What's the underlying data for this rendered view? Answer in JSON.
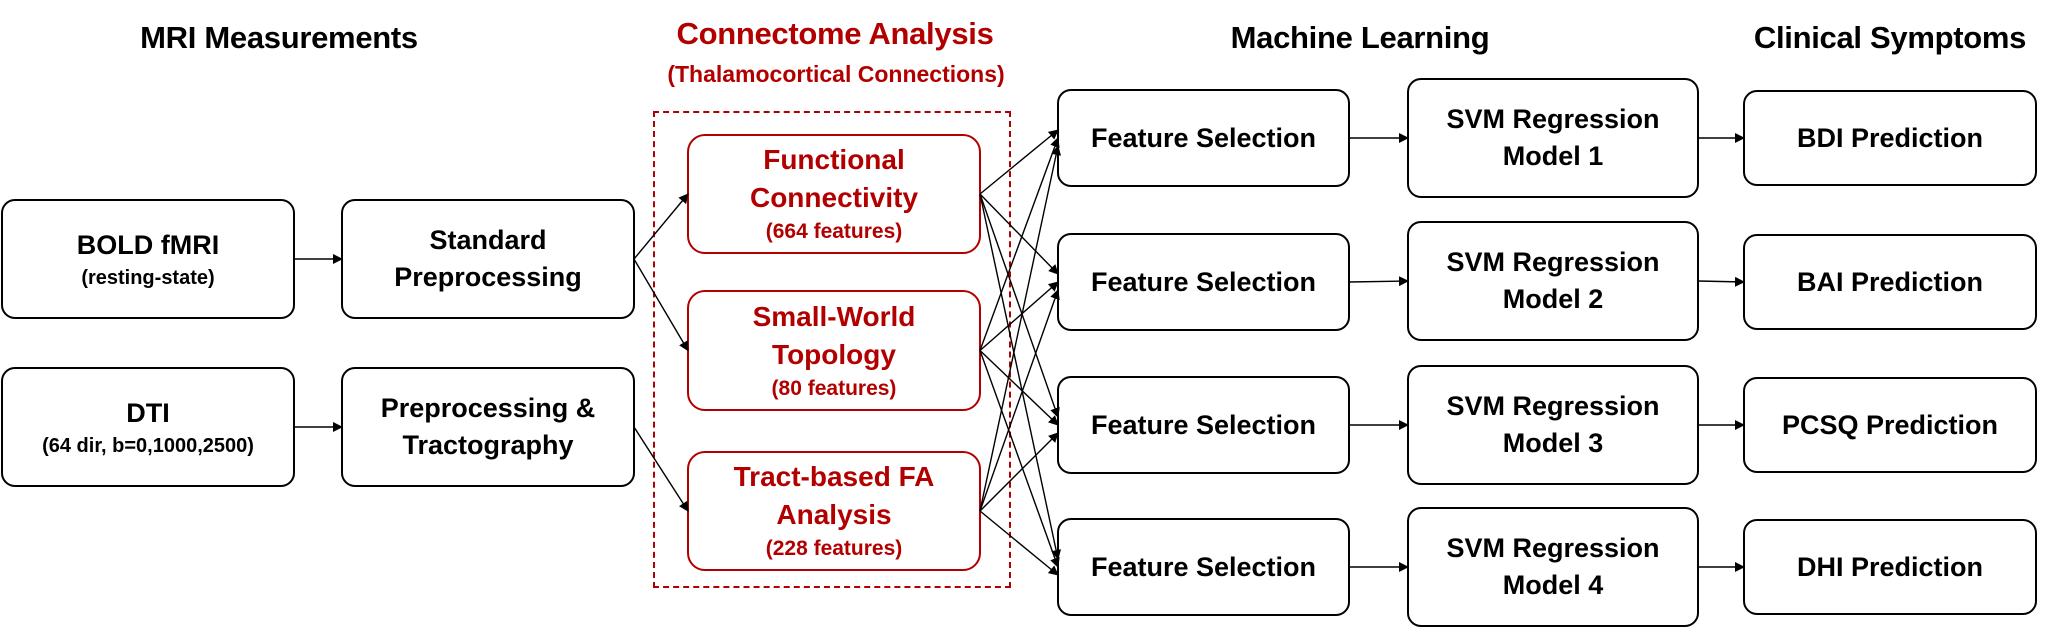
{
  "headers": {
    "mri": "MRI Measurements",
    "connectome": "Connectome Analysis",
    "connectome_sub": "(Thalamocortical Connections)",
    "ml": "Machine Learning",
    "clinical": "Clinical Symptoms"
  },
  "colors": {
    "accent_red": "#b20000",
    "box_border": "#000000"
  },
  "mri": [
    {
      "id": "bold",
      "title": "BOLD fMRI",
      "sub": "(resting-state)"
    },
    {
      "id": "dti",
      "title": "DTI",
      "sub": "(64 dir, b=0,1000,2500)"
    }
  ],
  "preprocessing": [
    {
      "id": "std",
      "lines": [
        "Standard",
        "Preprocessing"
      ]
    },
    {
      "id": "tract",
      "lines": [
        "Preprocessing &",
        "Tractography"
      ]
    }
  ],
  "analysis": [
    {
      "id": "fc",
      "lines": [
        "Functional",
        "Connectivity"
      ],
      "features": "(664 features)"
    },
    {
      "id": "sw",
      "lines": [
        "Small-World",
        "Topology"
      ],
      "features": "(80 features)"
    },
    {
      "id": "tfa",
      "lines": [
        "Tract-based FA",
        "Analysis"
      ],
      "features": "(228 features)"
    }
  ],
  "feature_selection": [
    {
      "label": "Feature Selection"
    },
    {
      "label": "Feature Selection"
    },
    {
      "label": "Feature Selection"
    },
    {
      "label": "Feature Selection"
    }
  ],
  "models": [
    {
      "lines": [
        "SVM Regression",
        "Model 1"
      ]
    },
    {
      "lines": [
        "SVM Regression",
        "Model 2"
      ]
    },
    {
      "lines": [
        "SVM Regression",
        "Model 3"
      ]
    },
    {
      "lines": [
        "SVM Regression",
        "Model 4"
      ]
    }
  ],
  "predictions": [
    {
      "label": "BDI Prediction"
    },
    {
      "label": "BAI Prediction"
    },
    {
      "label": "PCSQ Prediction"
    },
    {
      "label": "DHI Prediction"
    }
  ],
  "edges": [
    [
      "bold",
      "std"
    ],
    [
      "dti",
      "tract"
    ],
    [
      "std",
      "fc"
    ],
    [
      "std",
      "sw"
    ],
    [
      "tract",
      "tfa"
    ],
    [
      "fc",
      "fs0"
    ],
    [
      "fc",
      "fs1"
    ],
    [
      "fc",
      "fs2"
    ],
    [
      "fc",
      "fs3"
    ],
    [
      "sw",
      "fs0"
    ],
    [
      "sw",
      "fs1"
    ],
    [
      "sw",
      "fs2"
    ],
    [
      "sw",
      "fs3"
    ],
    [
      "tfa",
      "fs0"
    ],
    [
      "tfa",
      "fs1"
    ],
    [
      "tfa",
      "fs2"
    ],
    [
      "tfa",
      "fs3"
    ],
    [
      "fs0",
      "svm0"
    ],
    [
      "fs1",
      "svm1"
    ],
    [
      "fs2",
      "svm2"
    ],
    [
      "fs3",
      "svm3"
    ],
    [
      "svm0",
      "pred0"
    ],
    [
      "svm1",
      "pred1"
    ],
    [
      "svm2",
      "pred2"
    ],
    [
      "svm3",
      "pred3"
    ]
  ]
}
